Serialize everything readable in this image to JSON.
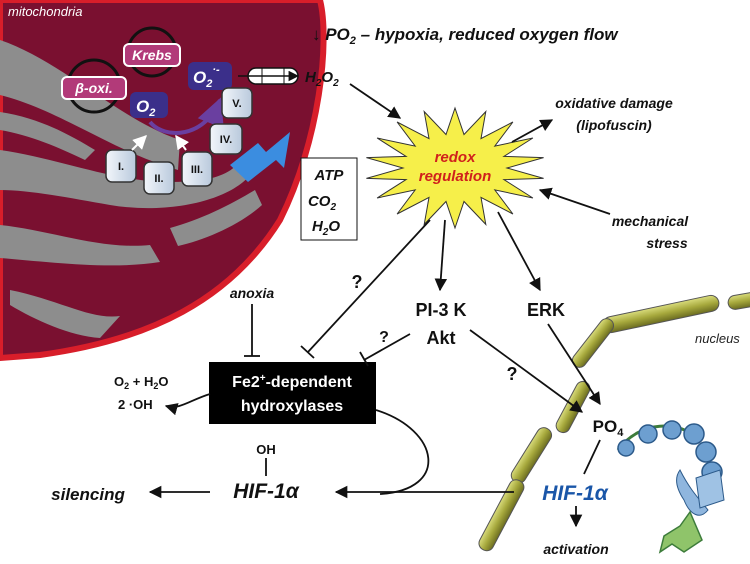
{
  "labels": {
    "mitochondria": "mitochondria",
    "krebs": "Krebs",
    "beta_oxi": "β-oxi.",
    "o2": "O",
    "o2_sub": "2",
    "superoxide": "O",
    "superoxide_sub": "2",
    "superoxide_sup": "·-",
    "complex_1": "I.",
    "complex_2": "II.",
    "complex_3": "III.",
    "complex_4": "IV.",
    "complex_5": "V.",
    "po2_prefix": "↓ PO",
    "po2_sub": "2",
    "po2_suffix": " – hypoxia, reduced oxygen flow",
    "h2o2_h": "H",
    "h2o2_2a": "2",
    "h2o2_o": "O",
    "h2o2_2b": "2",
    "products": [
      "ATP",
      "CO",
      "H",
      "O"
    ],
    "products_sub": "2",
    "oxidative_damage": "oxidative damage",
    "lipofuscin": "(lipofuscin)",
    "redox_1": "redox",
    "redox_2": "regulation",
    "mechanical_1": "mechanical",
    "mechanical_2": "stress",
    "question": "?",
    "pi3k": "PI-3 K",
    "akt": "Akt",
    "erk": "ERK",
    "anoxia": "anoxia",
    "nucleus": "nucleus",
    "hydroxylases_1a": "Fe2",
    "hydroxylases_1sup": "+",
    "hydroxylases_1b": "-dependent",
    "hydroxylases_2": "hydroxylases",
    "reaction_1a": "O",
    "reaction_1sub": "2",
    "reaction_1b": " + H",
    "reaction_1sub2": "2",
    "reaction_1c": "O",
    "reaction_2": "2 ·OH",
    "oh": "OH",
    "hif_left": "HIF-1α",
    "hif_right": "HIF-1α",
    "po4": "PO",
    "po4_sub": "4",
    "silencing": "silencing",
    "activation": "activation"
  },
  "colors": {
    "mito_fill": "#7a1030",
    "mito_edge": "#d81e2a",
    "mito_gray": "#8d8d8d",
    "starburst": "#f6ef4a",
    "redox_text": "#d0201c",
    "hif_blue": "#1a56a8",
    "big_arrow": "#3b8de0",
    "complex_fill": "#dbe6f2",
    "nucleus_bar": "#a6a83c",
    "dna": "#6d9fd0"
  }
}
